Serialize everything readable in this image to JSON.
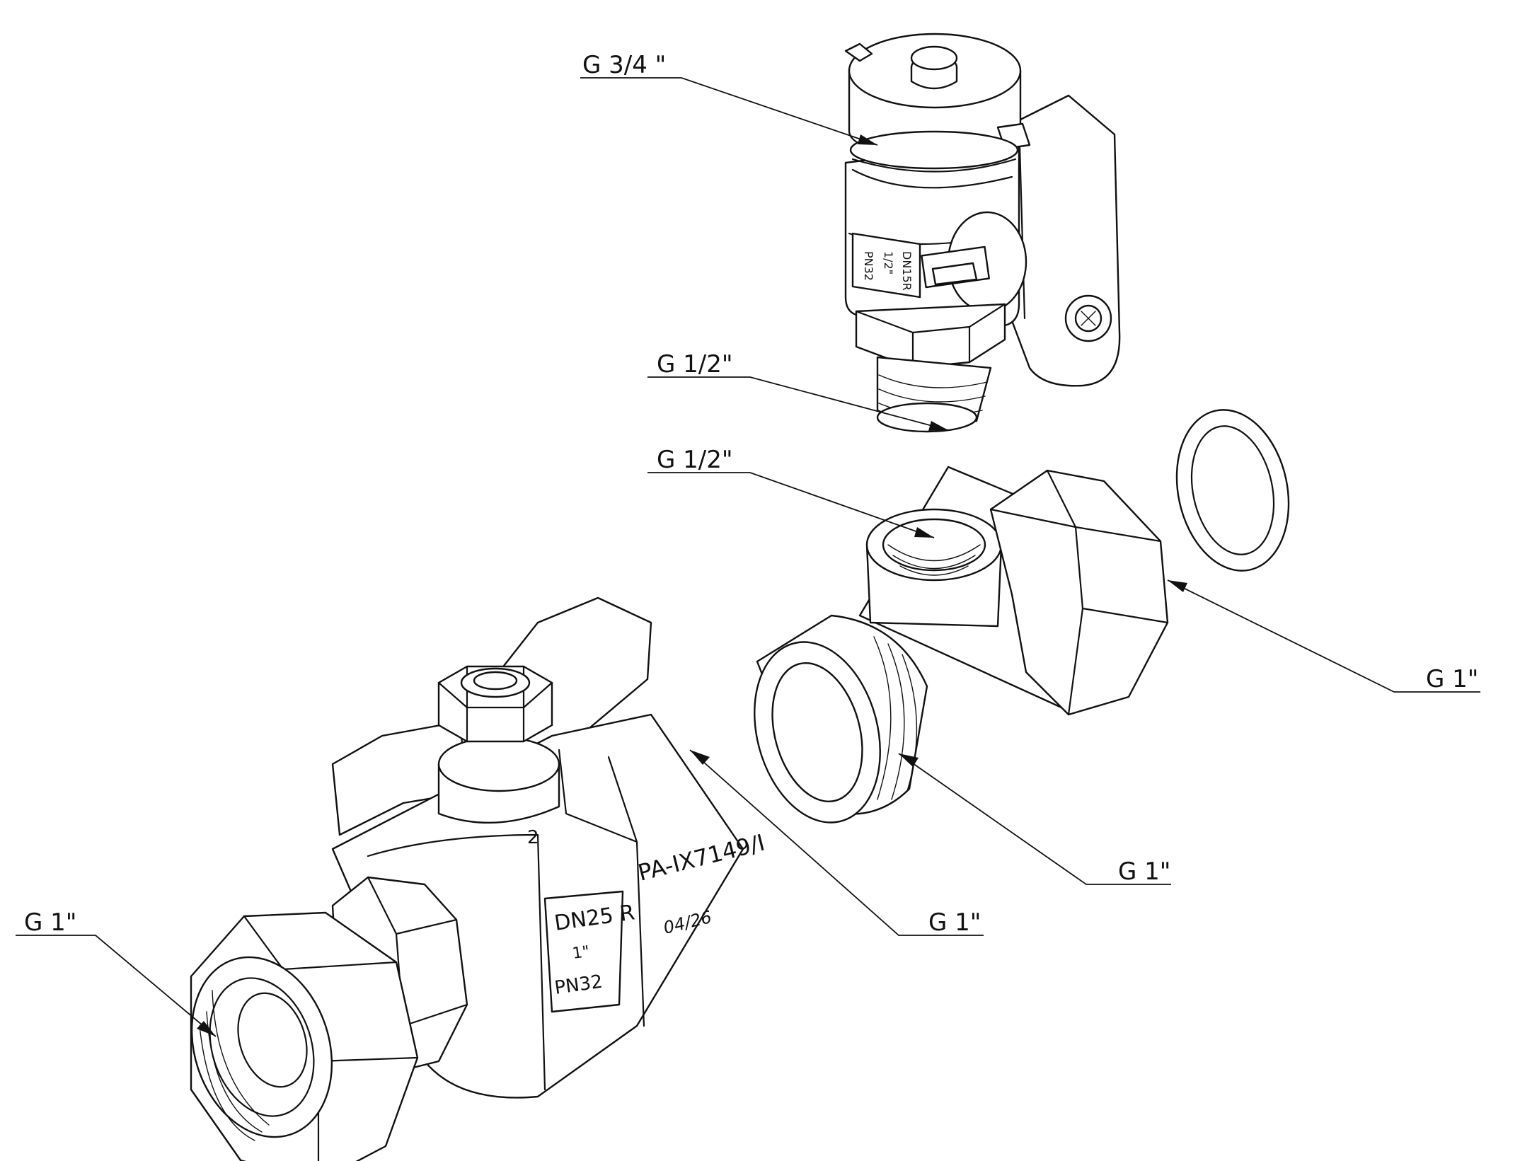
{
  "callouts": {
    "a": "G 3/4 \"",
    "b": "G 1/2\"",
    "c": "G 1/2\"",
    "d": "G 1\"",
    "e": "G 1\"",
    "f": "G 1\"",
    "g": "G 1\""
  },
  "markings": {
    "valve_top_dn": "DN15R",
    "valve_top_size": "1/2\"",
    "valve_top_pn": "PN32",
    "ball_dn": "DN25 R",
    "ball_size": "1\"",
    "ball_pn": "PN32",
    "ball_code": "PA-IX7149/I",
    "ball_date": "04/26",
    "ball_handle_num": "2"
  }
}
